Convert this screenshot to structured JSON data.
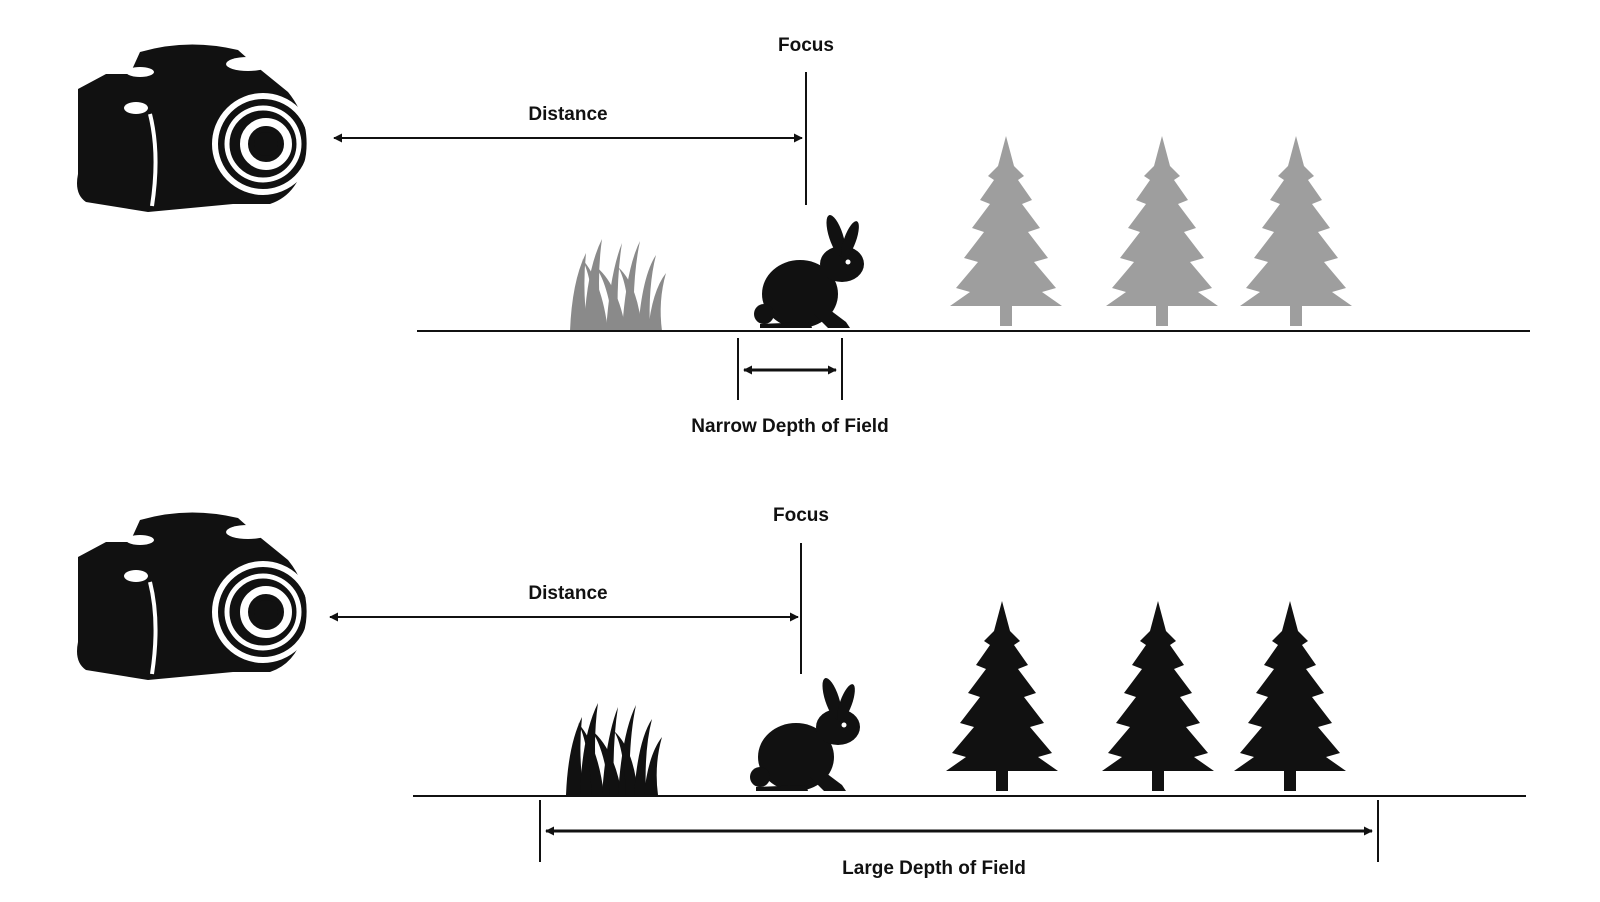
{
  "panels": [
    {
      "id": "narrow",
      "focus_label": "Focus",
      "distance_label": "Distance",
      "dof_label": "Narrow Depth of Field",
      "background_color": "#9e9e9e",
      "grass_color": "#8a8a8a",
      "subject_color": "#111111"
    },
    {
      "id": "large",
      "focus_label": "Focus",
      "distance_label": "Distance",
      "dof_label": "Large Depth of Field",
      "background_color": "#111111",
      "grass_color": "#111111",
      "subject_color": "#111111"
    }
  ],
  "icons": [
    "camera-icon",
    "grass-icon",
    "rabbit-icon",
    "tree-icon"
  ]
}
